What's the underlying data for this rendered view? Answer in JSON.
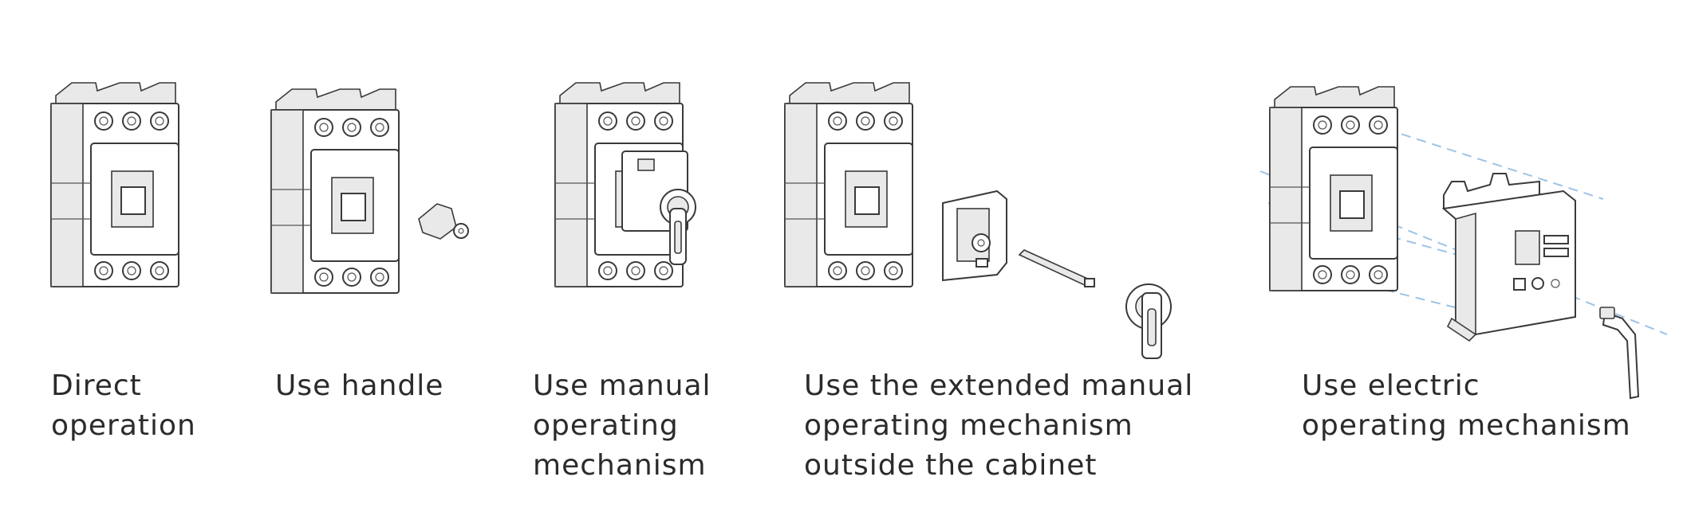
{
  "figure": {
    "items": [
      {
        "id": "direct",
        "caption": [
          "Direct",
          "operation"
        ]
      },
      {
        "id": "handle",
        "caption": [
          "Use handle"
        ]
      },
      {
        "id": "manual",
        "caption": [
          "Use manual",
          "operating",
          "mechanism"
        ]
      },
      {
        "id": "extended",
        "caption": [
          "Use the extended  manual",
          "operating  mechanism",
          "outside  the cabinet"
        ]
      },
      {
        "id": "electric",
        "caption": [
          "Use electric",
          "operating mechanism"
        ]
      }
    ],
    "colors": {
      "line": "#3a3a3a",
      "guide": "#9cc3e6",
      "text": "#2b2b2b"
    }
  }
}
